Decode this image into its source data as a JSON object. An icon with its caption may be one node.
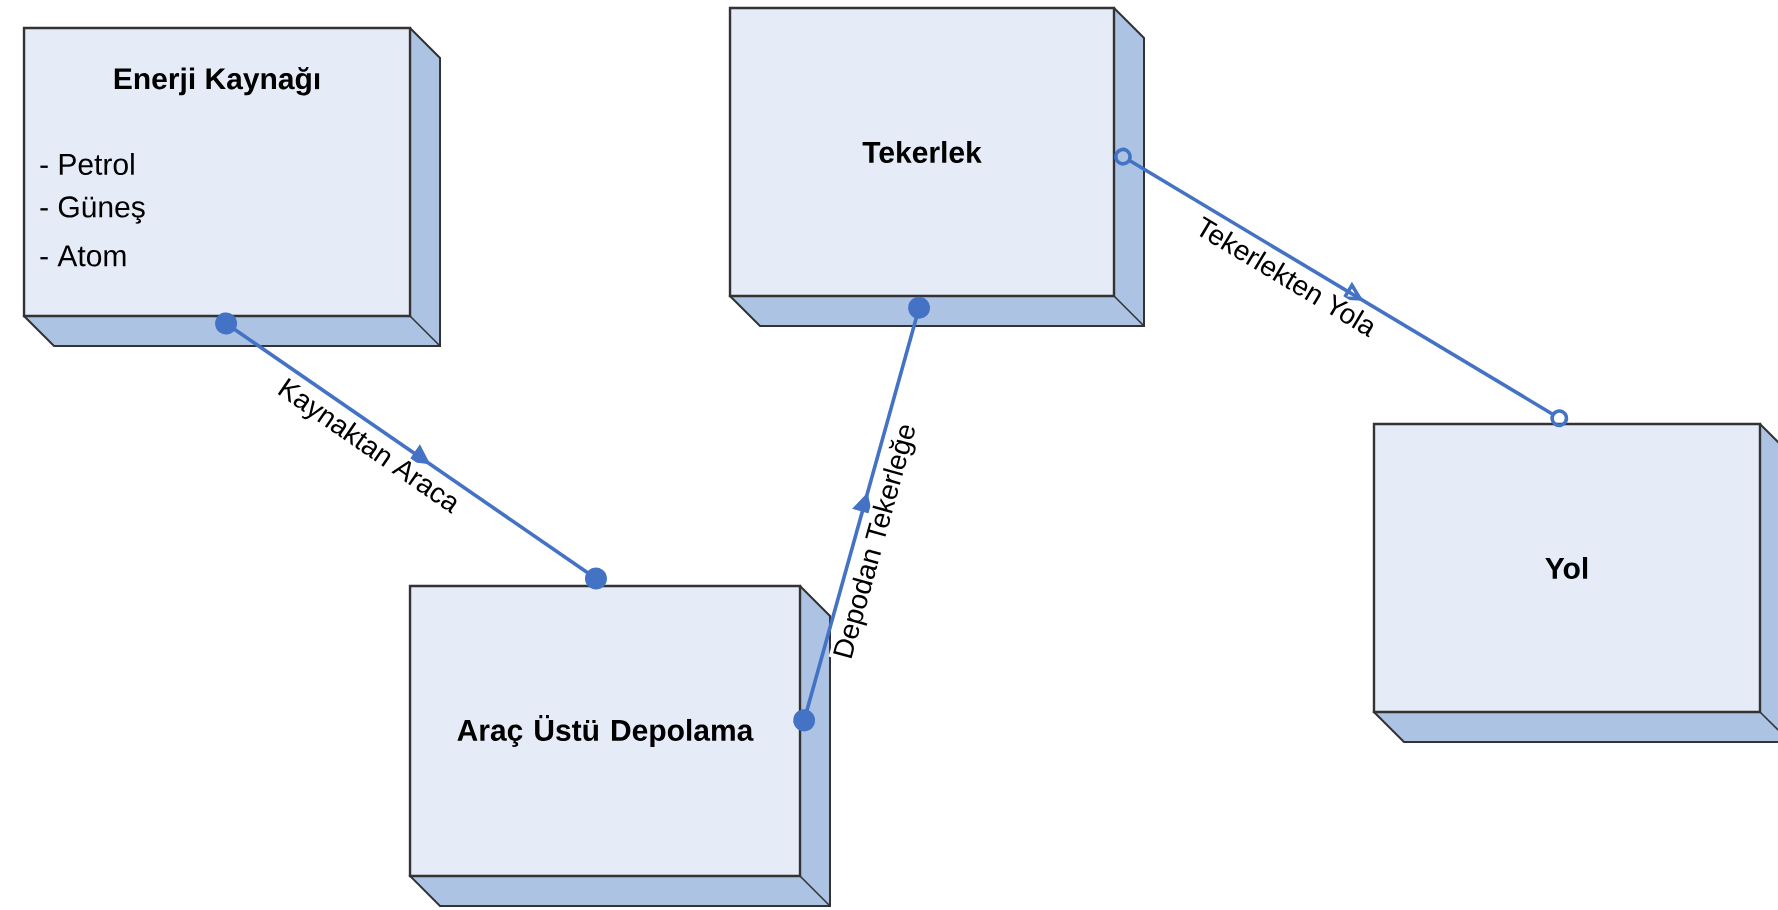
{
  "diagram": {
    "nodes": [
      {
        "text": [
          "Enerji Kaynağı",
          "- Petrol",
          "- Güneş",
          "- Atom"
        ]
      },
      {
        "text": [
          "Araç Üstü Depolama"
        ]
      },
      {
        "text": [
          "Tekerlek"
        ]
      },
      {
        "text": [
          "Yol"
        ]
      }
    ],
    "edges": [
      {
        "from": 0,
        "to": 1,
        "arrow": "to",
        "label": "Kaynaktan Araca"
      },
      {
        "from": 1,
        "to": 2,
        "arrow": "to",
        "label": "Depodan Tekerleğe"
      },
      {
        "from": 2,
        "to": 3,
        "arrow": "to",
        "label": "Tekerlekten Yola"
      }
    ]
  }
}
